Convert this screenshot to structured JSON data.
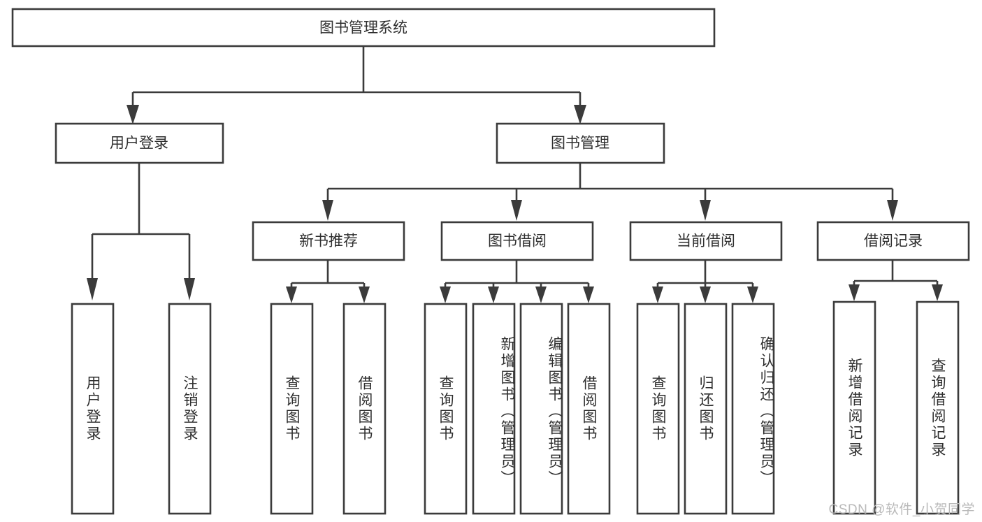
{
  "diagram": {
    "title": "图书管理系统",
    "type": "tree-hierarchy-diagram",
    "colors": {
      "stroke": "#3b3b3b",
      "box_fill": "#ffffff",
      "text": "#2f2f2f",
      "background": "#ffffff",
      "watermark": "#b9b9b9"
    },
    "levels": {
      "level1": [
        "图书管理系统"
      ],
      "level2": [
        "用户登录",
        "图书管理"
      ],
      "level3": [
        "新书推荐",
        "图书借阅",
        "当前借阅",
        "借阅记录"
      ],
      "level4": [
        "用户登录",
        "注销登录",
        "查询图书",
        "借阅图书",
        "查询图书",
        "新增图书（管理员）",
        "编辑图书（管理员）",
        "借阅图书",
        "查询图书",
        "归还图书",
        "确认归还（管理员）",
        "新增借阅记录",
        "查询借阅记录"
      ]
    },
    "nodes": {
      "root": {
        "label": "图书管理系统"
      },
      "user_login": {
        "label": "用户登录"
      },
      "book_manage": {
        "label": "图书管理"
      },
      "new_book_rec": {
        "label": "新书推荐"
      },
      "book_borrow": {
        "label": "图书借阅"
      },
      "current_borrow": {
        "label": "当前借阅"
      },
      "borrow_record": {
        "label": "借阅记录"
      },
      "leaf_user_login": {
        "label": "用户登录"
      },
      "leaf_logout": {
        "label": "注销登录"
      },
      "leaf_query_book_1": {
        "label": "查询图书"
      },
      "leaf_borrow_book_1": {
        "label": "借阅图书"
      },
      "leaf_query_book_2": {
        "label": "查询图书"
      },
      "leaf_add_book": {
        "label": "新增图书（管理员）"
      },
      "leaf_edit_book": {
        "label": "编辑图书（管理员）"
      },
      "leaf_borrow_book_2": {
        "label": "借阅图书"
      },
      "leaf_query_book_3": {
        "label": "查询图书"
      },
      "leaf_return_book": {
        "label": "归还图书"
      },
      "leaf_confirm_return": {
        "label": "确认归还（管理员）"
      },
      "leaf_add_record": {
        "label": "新增借阅记录"
      },
      "leaf_query_record": {
        "label": "查询借阅记录"
      }
    }
  },
  "watermark": {
    "text": "CSDN @软件_小贺同学"
  }
}
